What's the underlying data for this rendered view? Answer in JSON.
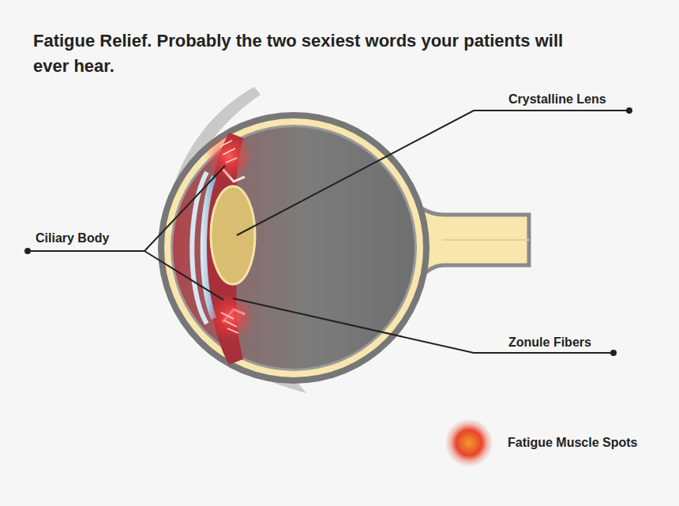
{
  "diagram": {
    "title": "Fatigue Relief. Probably the two sexiest words your patients will ever hear.",
    "labels": [
      "Crystalline Lens",
      "Ciliary Body",
      "Zonule Fibers"
    ],
    "legend": [
      {
        "text": "Fatigue Muscle Spots",
        "color": "#e8452c"
      }
    ]
  }
}
